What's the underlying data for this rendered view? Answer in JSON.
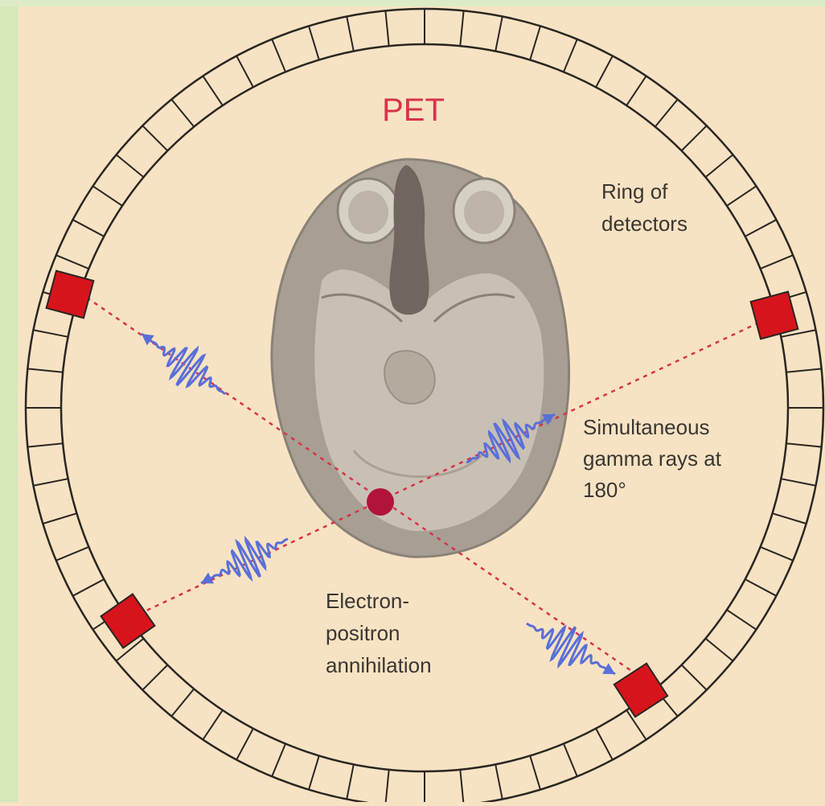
{
  "title": "PET",
  "labels": {
    "ring": [
      "Ring of",
      "detectors"
    ],
    "gamma": [
      "Simultaneous",
      "gamma rays at",
      "180°"
    ],
    "annihilation": [
      "Electron-",
      "positron",
      "annihilation"
    ]
  },
  "colors": {
    "background": "#f7e3c3",
    "frame_left": "#d4e7b9",
    "frame_top": "#dcebc6",
    "title": "#d9334a",
    "detector_active": "#d7141c",
    "ring_stroke": "#2a2622",
    "event_dot": "#b1143b",
    "line_of_response": "#d9334a",
    "gamma_wave": "#5a6fd8",
    "text": "#3a3632",
    "brain_skull": "#a79f94",
    "brain_tissue": "#c8c0b4"
  }
}
